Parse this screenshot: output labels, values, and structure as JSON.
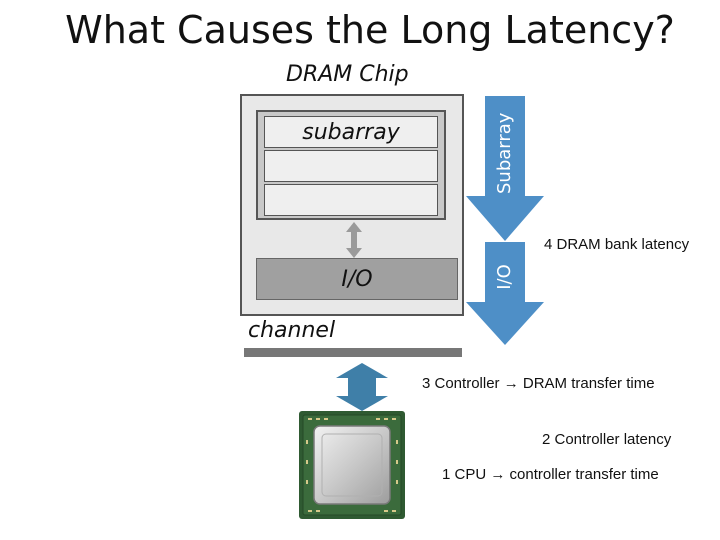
{
  "title": "What Causes the Long Latency?",
  "chip": {
    "label": "DRAM Chip",
    "subarray_label": "subarray",
    "io_label": "I/O",
    "channel_label": "channel"
  },
  "arrows": {
    "subarray_label": "Subarray",
    "io_label": "I/O",
    "colors": {
      "subarray": "#4e8fc7",
      "io": "#4e8fc7",
      "link": "#3f7fa8",
      "internal": "#9a9a9a"
    }
  },
  "steps": [
    {
      "text": "4 DRAM bank latency"
    },
    {
      "text": "3 Controller → DRAM transfer time"
    },
    {
      "text": "2 Controller latency"
    },
    {
      "text": "1 CPU → controller transfer time"
    }
  ]
}
